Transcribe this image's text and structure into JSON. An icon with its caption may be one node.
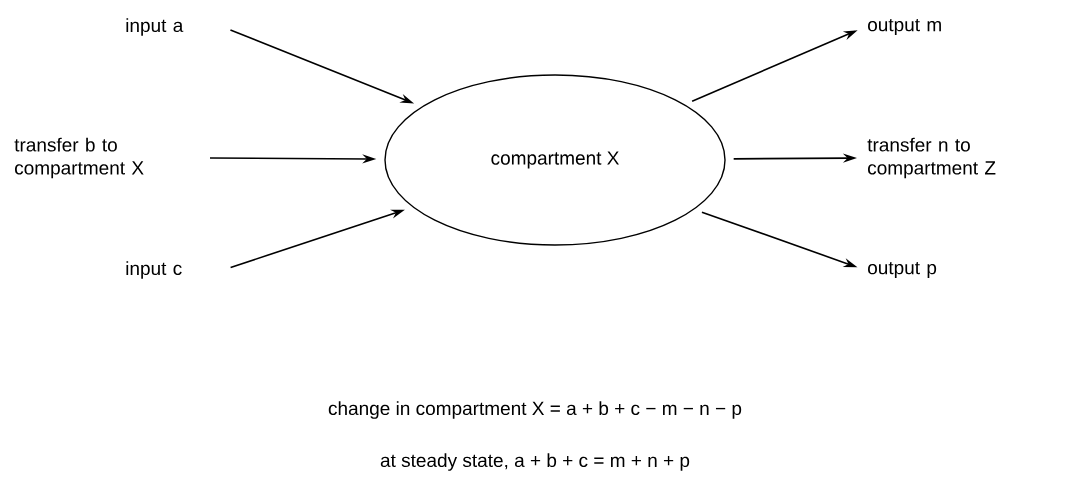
{
  "diagram": {
    "nodes": [
      {
        "text": [
          "input a"
        ]
      },
      {
        "text": [
          "transfer b to compartment X"
        ]
      },
      {
        "text": [
          "input c"
        ]
      },
      {
        "text": [
          "compartment X"
        ]
      },
      {
        "text": [
          "output m"
        ]
      },
      {
        "text": [
          "transfer n to compartment Z"
        ]
      },
      {
        "text": [
          "output p"
        ]
      }
    ],
    "edges": [
      {
        "from": 0,
        "to": 3,
        "arrow": "to"
      },
      {
        "from": 1,
        "to": 3,
        "arrow": "to"
      },
      {
        "from": 2,
        "to": 3,
        "arrow": "to"
      },
      {
        "from": 3,
        "to": 4,
        "arrow": "to"
      },
      {
        "from": 3,
        "to": 5,
        "arrow": "to"
      },
      {
        "from": 3,
        "to": 6,
        "arrow": "to"
      }
    ],
    "labels": [
      "change in compartment X = a + b + c − m − n − p",
      "at steady state, a + b + c = m + n + p"
    ]
  }
}
